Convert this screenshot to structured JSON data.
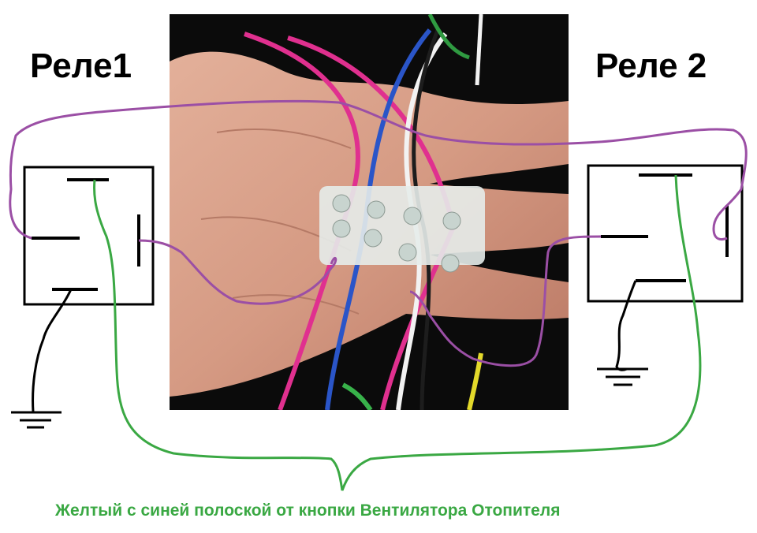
{
  "relay1": {
    "label": "Реле1"
  },
  "relay2": {
    "label": "Реле 2"
  },
  "caption": "Желтый с синей полоской от кнопки Вентилятора Отопителя",
  "colors": {
    "background": "#ffffff",
    "relay_outline": "#000000",
    "control_wire": "#3aa843",
    "signal_wire": "#9b4fa5",
    "ground_wire": "#000000",
    "photo_background": "#0b0b0b",
    "skin": "#d59a83"
  },
  "photo": {
    "description_icon": "hand-with-wires-photo"
  }
}
